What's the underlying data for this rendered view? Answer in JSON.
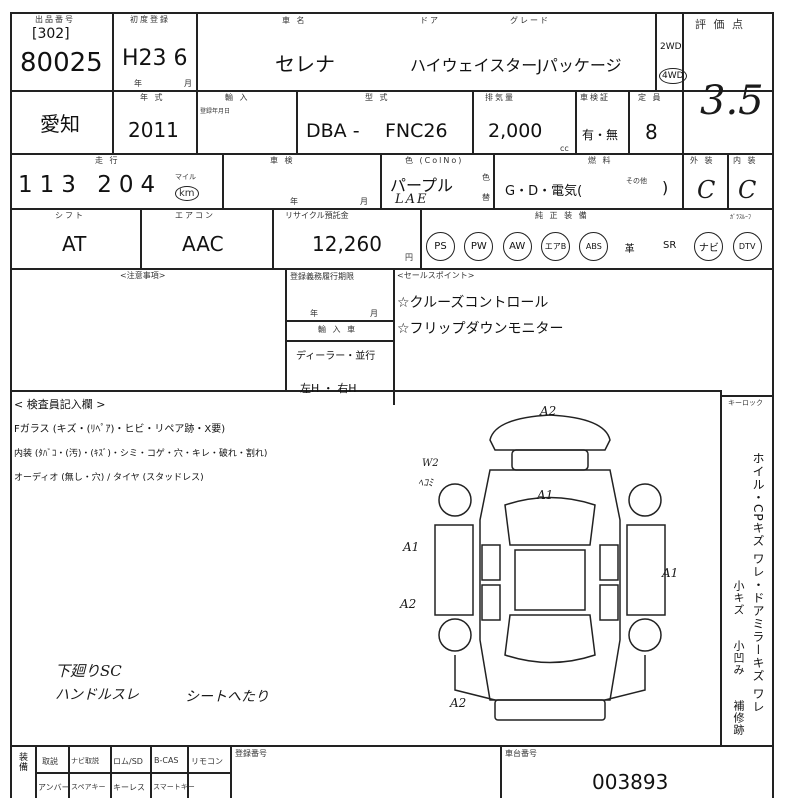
{
  "header": {
    "lot_label": "出品番号",
    "lot_prefix": "[302]",
    "lot_no": "80025"
  },
  "first_reg": {
    "label": "初度登録",
    "value": "H23 6",
    "unit_year": "年",
    "unit_month": "月"
  },
  "car_name": {
    "label": "車 名",
    "value": "セレナ"
  },
  "door_label": "ドア",
  "grade": {
    "label": "グレード",
    "value": "ハイウェイスターJパッケージ"
  },
  "drive": {
    "option_2wd": "2WD",
    "option_4wd": "4WD"
  },
  "score": {
    "label": "評 価 点",
    "value": "3.5"
  },
  "region": "愛知",
  "model_year": {
    "label": "年 式",
    "value": "2011"
  },
  "import_label": "輸 入",
  "import_sub": "登録年月日",
  "model_code": {
    "label": "型 式",
    "prefix": "DBA -",
    "value": "FNC26"
  },
  "displacement": {
    "label": "排気量",
    "value": "2,000",
    "unit": "cc"
  },
  "inspection": {
    "label": "車検証",
    "value": "有・無"
  },
  "capacity": {
    "label": "定 員",
    "value": "8"
  },
  "mileage": {
    "label": "走 行",
    "value": "113 204",
    "unit_mile": "マイル",
    "unit_km": "km"
  },
  "shaken_label": "車 検",
  "shaken_unit_year": "年",
  "shaken_unit_month": "月",
  "color": {
    "label": "色 (ColNo)",
    "value": "パープル",
    "code": "LAE",
    "side1": "色",
    "side2": "替"
  },
  "fuel": {
    "label": "燃 料",
    "value": "G・D・電気(",
    "other": "その他",
    "close": ")"
  },
  "exterior": {
    "label": "外 装",
    "value": "C"
  },
  "interior": {
    "label": "内 装",
    "value": "C"
  },
  "shift": {
    "label": "シフト",
    "value": "AT"
  },
  "aircon": {
    "label": "エアコン",
    "value": "AAC"
  },
  "recycle": {
    "label": "リサイクル預託金",
    "value": "12,260",
    "unit": "円"
  },
  "equipment": {
    "label": "純 正 装 備",
    "items": [
      "PS",
      "PW",
      "AW",
      "エアB",
      "ABS",
      "革",
      "SR",
      "ナビ",
      "DTV"
    ],
    "circled": [
      true,
      true,
      true,
      true,
      true,
      false,
      false,
      true,
      true
    ],
    "tv_label": "ｶﾞﾗｽﾙｰﾌ"
  },
  "notes": {
    "label": "<注意事項>"
  },
  "registration": {
    "label": "登録義務履行期限",
    "unit_year": "年",
    "unit_month": "月"
  },
  "inbound": {
    "label": "輸 入 車",
    "dealer": "ディーラー・並行",
    "handle": "左H ・ 右H"
  },
  "sales_points": {
    "label": "<セールスポイント>",
    "items": [
      "☆クルーズコントロール",
      "☆フリップダウンモニター"
    ]
  },
  "inspector": {
    "label": "< 検査員記入欄 >",
    "glass": "Fガラス (キズ・(ﾘﾍﾟｱ)・ヒビ・リペア跡・X要)",
    "interior_line": "内装 (ﾀﾊﾞｺ・(汚)・(ｷｽﾞ)・シミ・コゲ・穴・キレ・破れ・割れ)",
    "audio_line": "オーディオ (無し・穴) / タイヤ (スタッドレス)",
    "marks": [
      "A2",
      "A1",
      "A1",
      "A1",
      "A2",
      "A2",
      "W2",
      "ﾍｺﾐ"
    ],
    "hand_notes": [
      "下廻りSC",
      "ハンドルスレ",
      "シートへたり"
    ]
  },
  "keyless_label": "キーロック",
  "legend_vertical": "ホイル・CPキズ ワレ・ドアミラーキズ ワレ",
  "legend_small": [
    "小キズ",
    "小凹み",
    "補修跡"
  ],
  "footer": {
    "label": "装備",
    "row1": [
      "取説",
      "ナビ取説",
      "ロム/SD",
      "B-CAS",
      "リモコン"
    ],
    "row2": [
      "アンバー",
      "スペアキー",
      "キーレス",
      "スマートキー"
    ],
    "serial_label": "登録番号",
    "chassis_label": "車台番号",
    "chassis_no": "003893"
  }
}
